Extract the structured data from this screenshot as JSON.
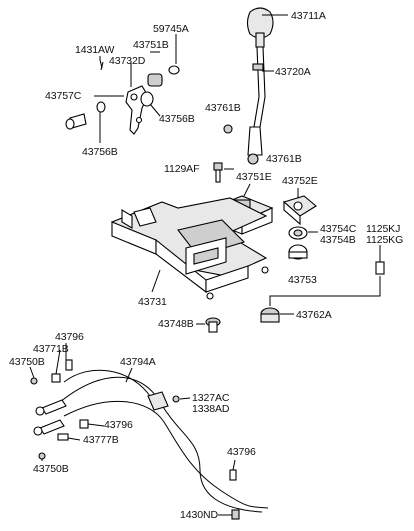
{
  "diagram": {
    "labels": {
      "p43711A": "43711A",
      "p59745A": "59745A",
      "p1431AW": "1431AW",
      "p43751B": "43751B",
      "p43732D": "43732D",
      "p43720A": "43720A",
      "p43757C": "43757C",
      "p43756B_right": "43756B",
      "p43756B_left": "43756B",
      "p43761B_top": "43761B",
      "p43761B_bottom": "43761B",
      "p1129AF": "1129AF",
      "p43751E": "43751E",
      "p43752E": "43752E",
      "p43754C": "43754C",
      "p43754B": "43754B",
      "p1125KJ": "1125KJ",
      "p1125KG": "1125KG",
      "p43753": "43753",
      "p43731": "43731",
      "p43762A": "43762A",
      "p43748B": "43748B",
      "p43796_top": "43796",
      "p43771B": "43771B",
      "p43750B_top": "43750B",
      "p43794A": "43794A",
      "p1327AC": "1327AC",
      "p1338AD": "1338AD",
      "p43796_mid": "43796",
      "p43777B": "43777B",
      "p43750B_bottom": "43750B",
      "p43796_bottom": "43796",
      "p1430ND": "1430ND"
    }
  }
}
